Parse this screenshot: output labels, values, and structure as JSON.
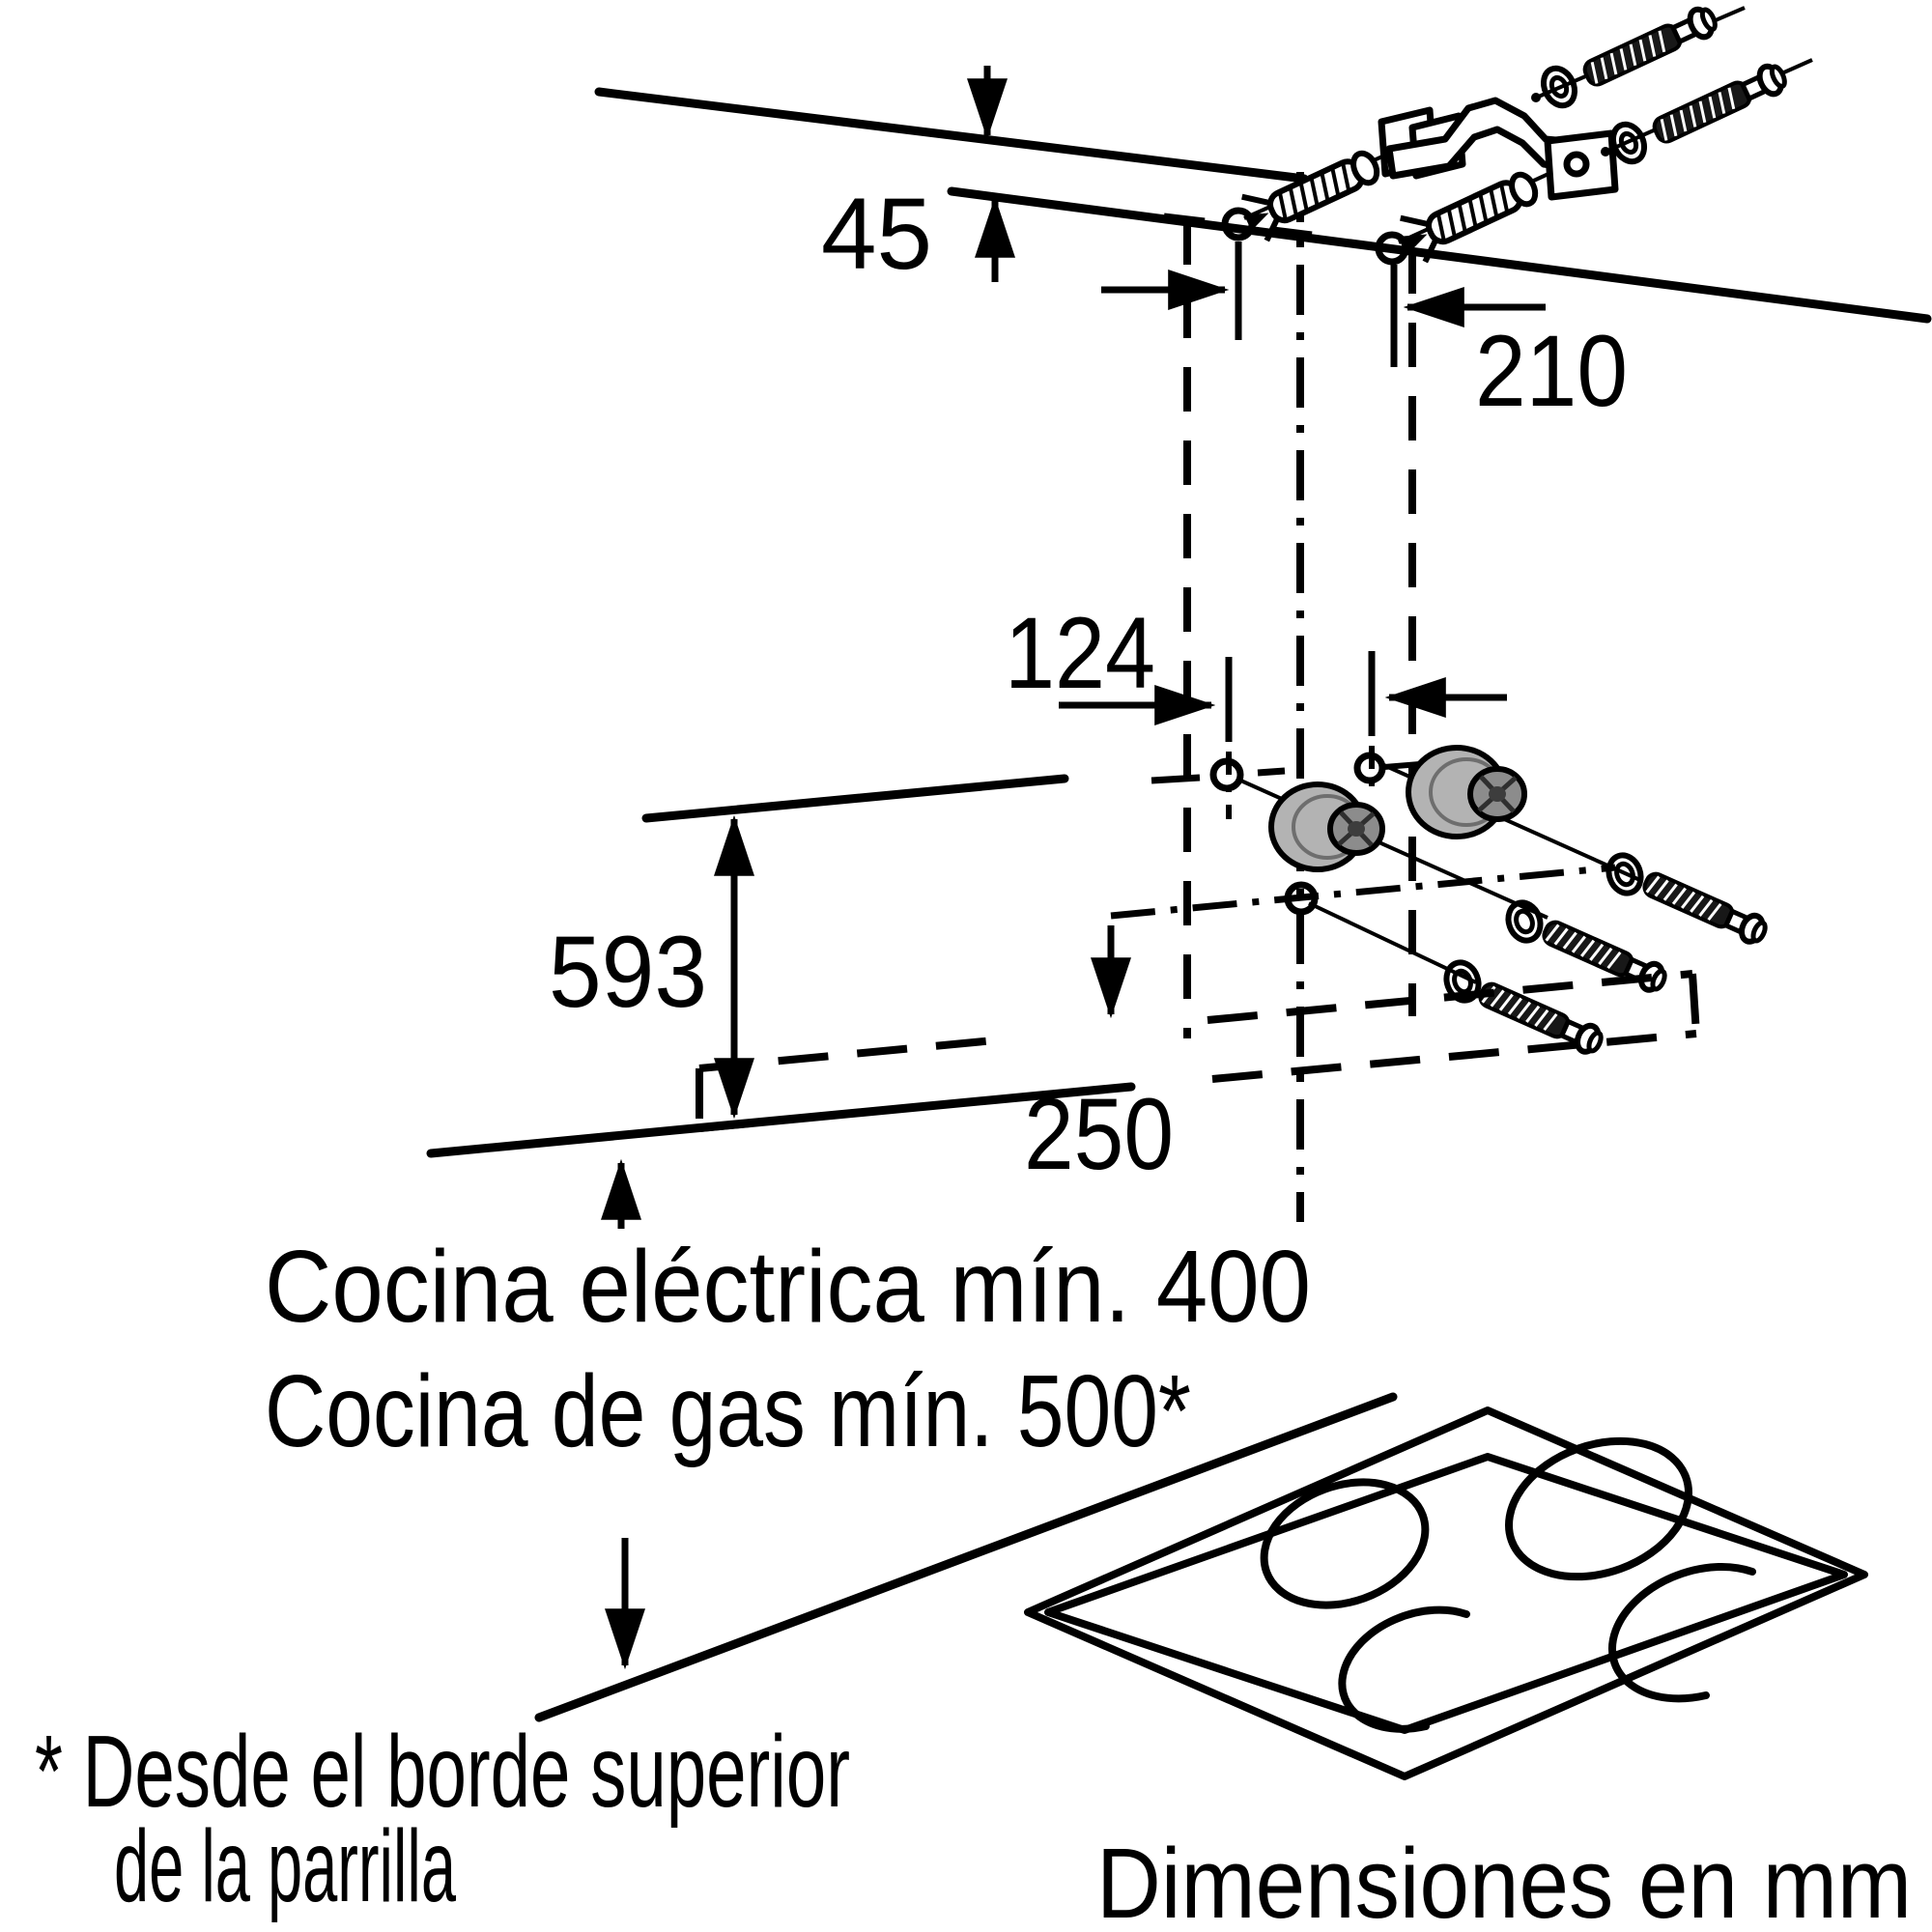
{
  "diagram": {
    "title_note": "Dimensiones en mm",
    "dims": {
      "ceiling_gap": "45",
      "upper_holes_spacing": "210",
      "lower_holes_spacing": "124",
      "hood_height": "593",
      "hood_top_offset": "250"
    },
    "clearance": {
      "electric": "Cocina eléctrica mín. 400",
      "gas": "Cocina de gas mín. 500*"
    },
    "footnote": {
      "line1": "* Desde el borde superior",
      "line2": "de la parrilla"
    }
  }
}
